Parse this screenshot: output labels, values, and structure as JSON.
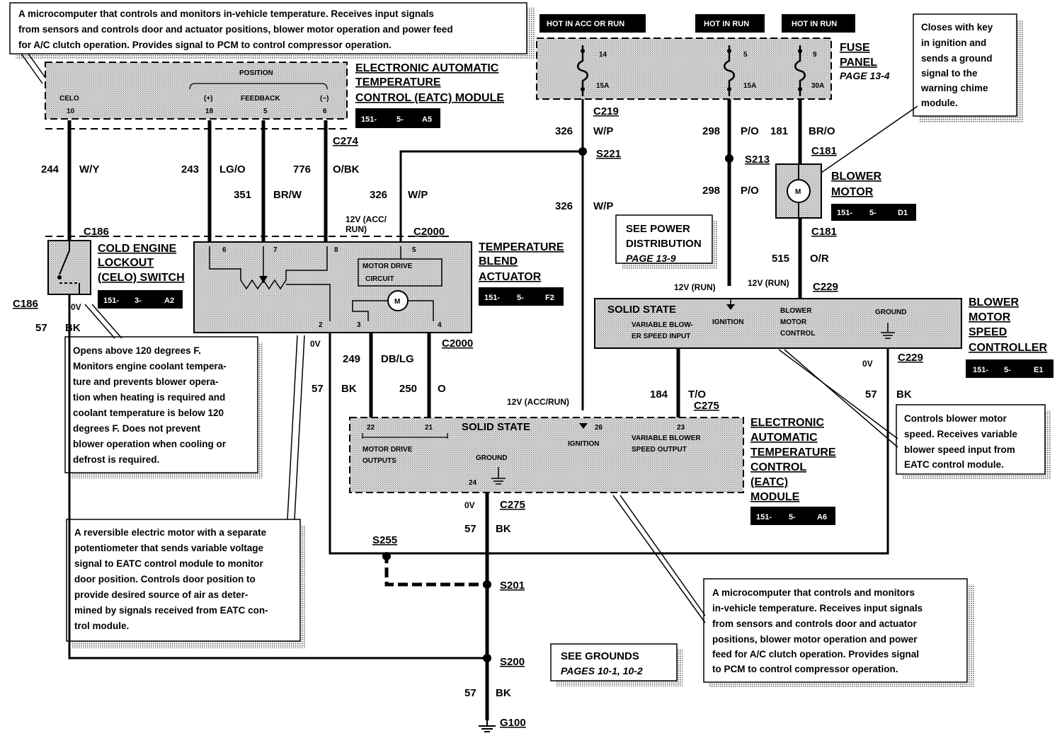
{
  "power_sources": [
    {
      "label": "HOT IN ACC OR RUN"
    },
    {
      "label": "HOT IN RUN"
    },
    {
      "label": "HOT IN RUN"
    }
  ],
  "fuse_panel": {
    "title": [
      "FUSE",
      "PANEL"
    ],
    "page": "PAGE 13-4",
    "fuses": [
      {
        "num": "14",
        "amps": "15A"
      },
      {
        "num": "5",
        "amps": "15A"
      },
      {
        "num": "9",
        "amps": "30A"
      }
    ]
  },
  "eatc_top": {
    "title": [
      "ELECTRONIC AUTOMATIC",
      "TEMPERATURE",
      "CONTROL (EATC) MODULE"
    ],
    "ref": [
      "151-",
      "5-",
      "A5"
    ],
    "position_label": "POSITION",
    "feedback_label": "FEEDBACK",
    "pins": [
      {
        "name": "CELO",
        "num": "10"
      },
      {
        "name": "(+)",
        "num": "18"
      },
      {
        "name": "",
        "num": "5"
      },
      {
        "name": "(−)",
        "num": "6"
      }
    ],
    "connector": "C274"
  },
  "wires": [
    {
      "num": "244",
      "color": "W/Y"
    },
    {
      "num": "243",
      "color": "LG/O"
    },
    {
      "num": "351",
      "color": "BR/W"
    },
    {
      "num": "776",
      "color": "O/BK"
    },
    {
      "num": "326",
      "color": "W/P"
    },
    {
      "num": "326",
      "color": "W/P"
    },
    {
      "num": "326",
      "color": "W/P"
    },
    {
      "num": "298",
      "color": "P/O"
    },
    {
      "num": "298",
      "color": "P/O"
    },
    {
      "num": "181",
      "color": "BR/O"
    },
    {
      "num": "515",
      "color": "O/R"
    },
    {
      "num": "249",
      "color": "DB/LG"
    },
    {
      "num": "250",
      "color": "O"
    },
    {
      "num": "184",
      "color": "T/O"
    },
    {
      "num": "57",
      "color": "BK"
    },
    {
      "num": "57",
      "color": "BK"
    },
    {
      "num": "57",
      "color": "BK"
    },
    {
      "num": "57",
      "color": "BK"
    },
    {
      "num": "57",
      "color": "BK"
    }
  ],
  "connectors": {
    "c219": "C219",
    "s221": "S221",
    "s213": "S213",
    "c181a": "C181",
    "c181b": "C181",
    "c229a": "C229",
    "c229b": "C229",
    "c186a": "C186",
    "c186b": "C186",
    "c2000a": "C2000",
    "c2000b": "C2000",
    "c275a": "C275",
    "c275b": "C275",
    "s255": "S255",
    "s201": "S201",
    "s200": "S200",
    "g100": "G100"
  },
  "voltages": {
    "acc_run": "12V (ACC/\nRUN)",
    "acc_run_line1": "12V (ACC/",
    "acc_run_line2": "RUN)",
    "acc_run2": "12V (ACC/RUN)",
    "run1": "12V (RUN)",
    "run2": "12V (RUN)",
    "zero": "0V"
  },
  "celo_switch": {
    "title": [
      "COLD ENGINE",
      "LOCKOUT",
      "(CELO) SWITCH"
    ],
    "ref": [
      "151-",
      "3-",
      "A2"
    ]
  },
  "blend_actuator": {
    "title": [
      "TEMPERATURE",
      "BLEND",
      "ACTUATOR"
    ],
    "ref": [
      "151-",
      "5-",
      "F2"
    ],
    "pins_top": [
      "6",
      "7",
      "8",
      "5"
    ],
    "pins_bottom": [
      "2",
      "3",
      "4"
    ],
    "motor_label": [
      "MOTOR DRIVE",
      "CIRCUIT"
    ]
  },
  "blower_motor": {
    "title": [
      "BLOWER",
      "MOTOR"
    ],
    "ref": [
      "151-",
      "5-",
      "D1"
    ]
  },
  "blower_controller": {
    "title": [
      "BLOWER",
      "MOTOR",
      "SPEED",
      "CONTROLLER"
    ],
    "ref": [
      "151-",
      "5-",
      "E1"
    ],
    "solid_state": "SOLID STATE",
    "input_label": [
      "VARIABLE BLOW-",
      "ER SPEED INPUT"
    ],
    "ignition": "IGNITION",
    "control": [
      "BLOWER",
      "MOTOR",
      "CONTROL"
    ],
    "ground": "GROUND"
  },
  "eatc_bottom": {
    "title": [
      "ELECTRONIC",
      "AUTOMATIC",
      "TEMPERATURE",
      "CONTROL",
      "(EATC)",
      "MODULE"
    ],
    "ref": [
      "151-",
      "5-",
      "A6"
    ],
    "solid_state": "SOLID STATE",
    "pins": [
      "22",
      "21",
      "26",
      "23",
      "24"
    ],
    "outputs": [
      "MOTOR DRIVE",
      "OUTPUTS"
    ],
    "ground": "GROUND",
    "ignition": "IGNITION",
    "variable": [
      "VARIABLE BLOWER",
      "SPEED OUTPUT"
    ]
  },
  "references": {
    "power": {
      "lines": [
        "SEE POWER",
        "DISTRIBUTION"
      ],
      "page": "PAGE 13-9"
    },
    "grounds": {
      "line": "SEE GROUNDS",
      "page": "PAGES 10-1, 10-2"
    }
  },
  "notes": {
    "top": [
      "A microcomputer that controls and monitors in-vehicle temperature.  Receives input signals",
      "from sensors and controls door and actuator positions, blower motor operation and power feed",
      "for A/C clutch operation.  Provides signal to PCM to control compressor operation."
    ],
    "key": [
      "Closes with key",
      "in ignition and",
      "sends a ground",
      "signal to the",
      "warning chime",
      "module."
    ],
    "celo": [
      "Opens above 120 degrees F.",
      "Monitors engine coolant tempera-",
      "ture and prevents blower opera-",
      "tion when heating is required and",
      "coolant temperature is below 120",
      "degrees F.  Does not prevent",
      "blower operation when cooling or",
      "defrost is required."
    ],
    "actuator": [
      "A reversible electric motor with a separate",
      "potentiometer that sends variable voltage",
      "signal to EATC control module to monitor",
      "door position.  Controls door position to",
      "provide desired source of air as deter-",
      "mined by signals received from EATC con-",
      "trol module."
    ],
    "blower": [
      "Controls blower motor",
      "speed.  Receives variable",
      "blower speed input from",
      "EATC control module."
    ],
    "eatc": [
      "A microcomputer that controls and monitors",
      "in-vehicle temperature.  Receives input signals",
      "from sensors and controls door and actuator",
      "positions, blower motor operation and power",
      "feed for A/C clutch operation.  Provides signal",
      "to PCM to control compressor operation."
    ]
  }
}
